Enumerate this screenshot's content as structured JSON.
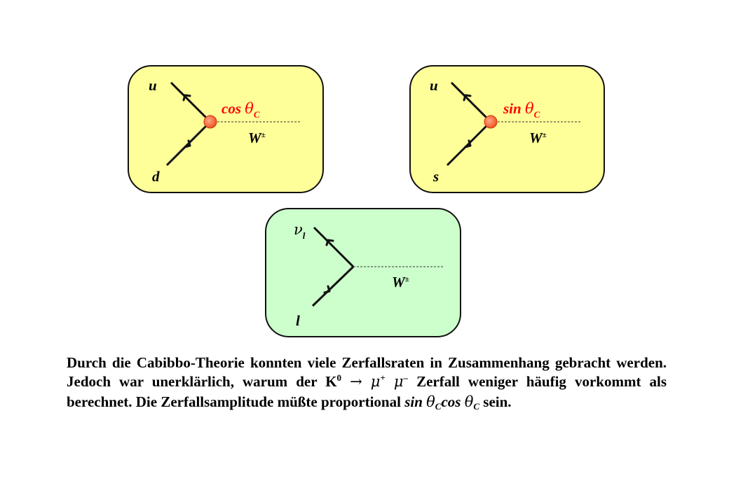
{
  "diagrams": [
    {
      "top_label": "u",
      "bottom_label": "d",
      "coupling": {
        "func": "cos",
        "theta": "θ",
        "sub": "C"
      },
      "boson": {
        "base": "W",
        "sup": "±"
      },
      "background": "#ffff99",
      "vertex_color": "#ff6633"
    },
    {
      "top_label": "u",
      "bottom_label": "s",
      "coupling": {
        "func": "sin",
        "theta": "θ",
        "sub": "C"
      },
      "boson": {
        "base": "W",
        "sup": "±"
      },
      "background": "#ffff99",
      "vertex_color": "#ff6633"
    },
    {
      "top_label": {
        "base": "ν",
        "sub": "l"
      },
      "bottom_label": "l",
      "boson": {
        "base": "W",
        "sup": "±"
      },
      "background": "#ccffcc"
    }
  ],
  "caption": {
    "part1": "Durch die Cabibbo-Theorie konnten viele Zerfallsraten in Zusammenhang gebracht werden. Jedoch war unerklärlich, warum der K",
    "k_sup": "0",
    "arrow": "→",
    "mu": "μ",
    "mu_plus": "+",
    "mu_minus": "–",
    "part2": "Zerfall weniger häufig vorkommt als berechnet. Die Zerfallsamplitude müßte proportional",
    "sin": "sin",
    "cos": "cos",
    "theta": "θ",
    "theta_sub": "C",
    "part3": "sein."
  }
}
